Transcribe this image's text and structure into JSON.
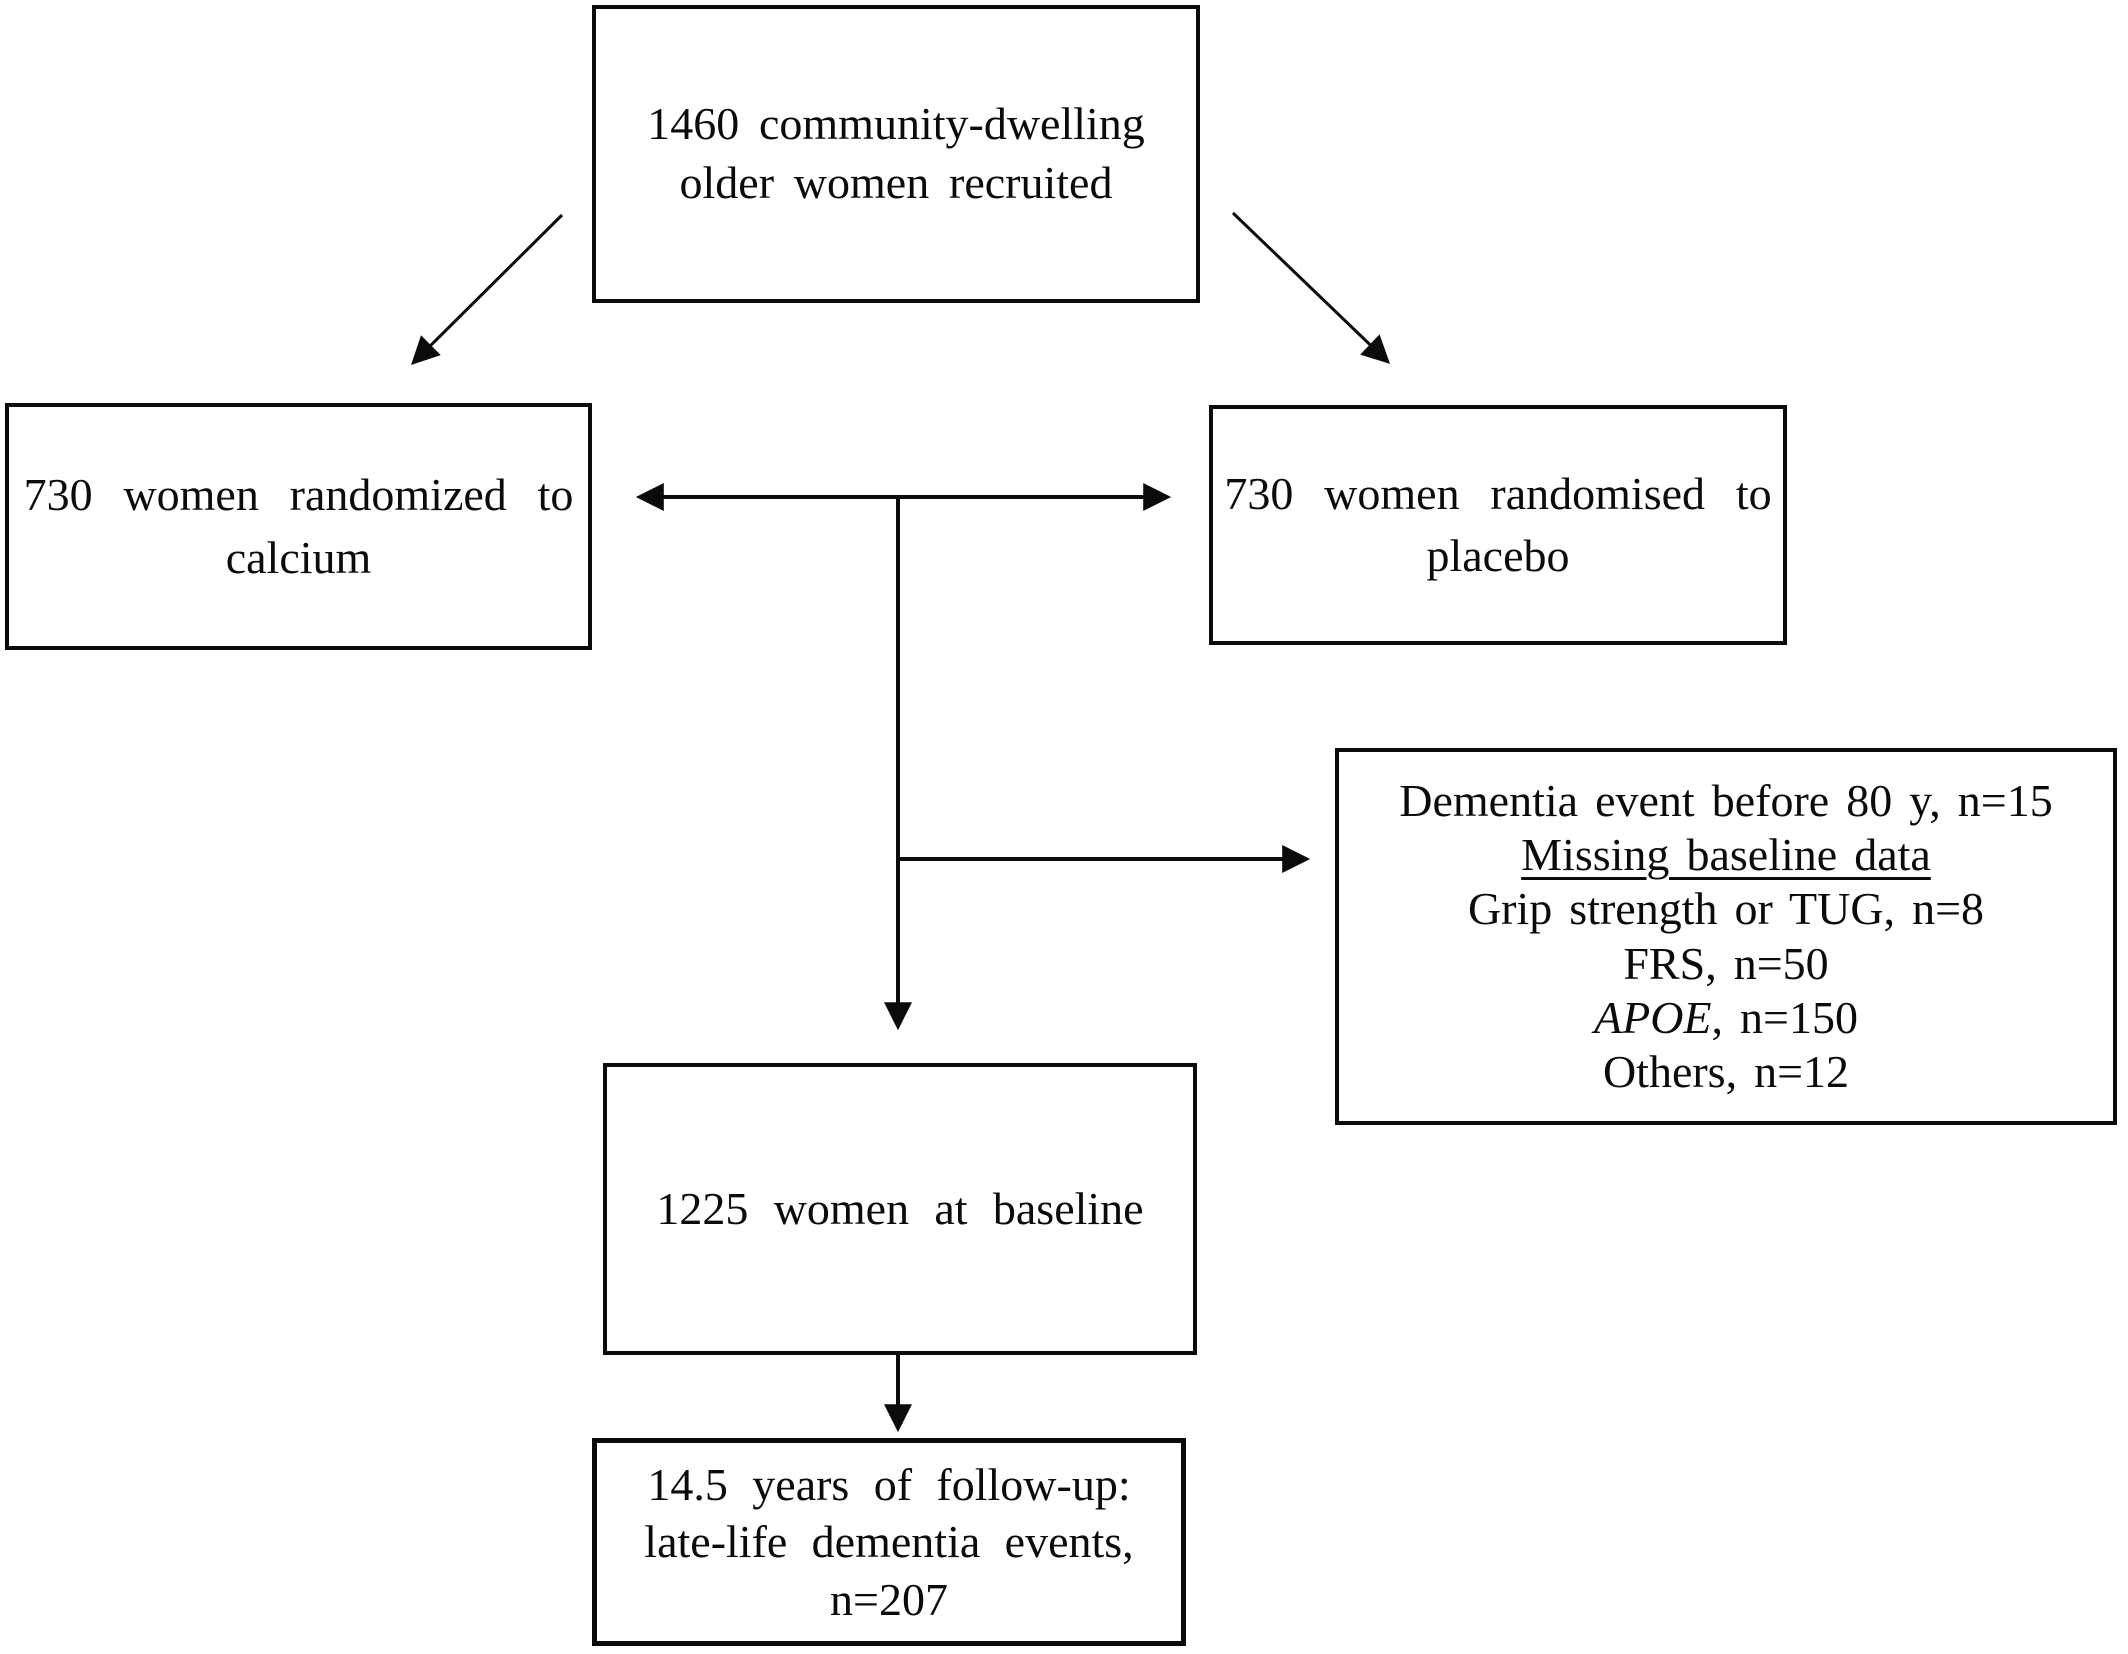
{
  "colors": {
    "ink": "#000000",
    "paper": "#ffffff"
  },
  "boxes": {
    "recruited": {
      "line1": "1460 community-dwelling",
      "line2": "older women recruited"
    },
    "calcium": {
      "line1": "730 women randomized to",
      "line2": "calcium"
    },
    "placebo": {
      "line1": "730 women randomised to",
      "line2": "placebo"
    },
    "exclusions": {
      "line1": "Dementia event before 80 y, n=15",
      "line2_underlined": "Missing baseline data",
      "line3": "Grip strength or TUG, n=8",
      "line4": "FRS, n=50",
      "line5_italic": "APOE",
      "line5_rest": ", n=150",
      "line6": "Others, n=12"
    },
    "baseline": {
      "line1": "1225 women at baseline"
    },
    "followup": {
      "line1": "14.5 years of follow-up:",
      "line2": "late-life dementia events,",
      "line3": "n=207"
    }
  }
}
